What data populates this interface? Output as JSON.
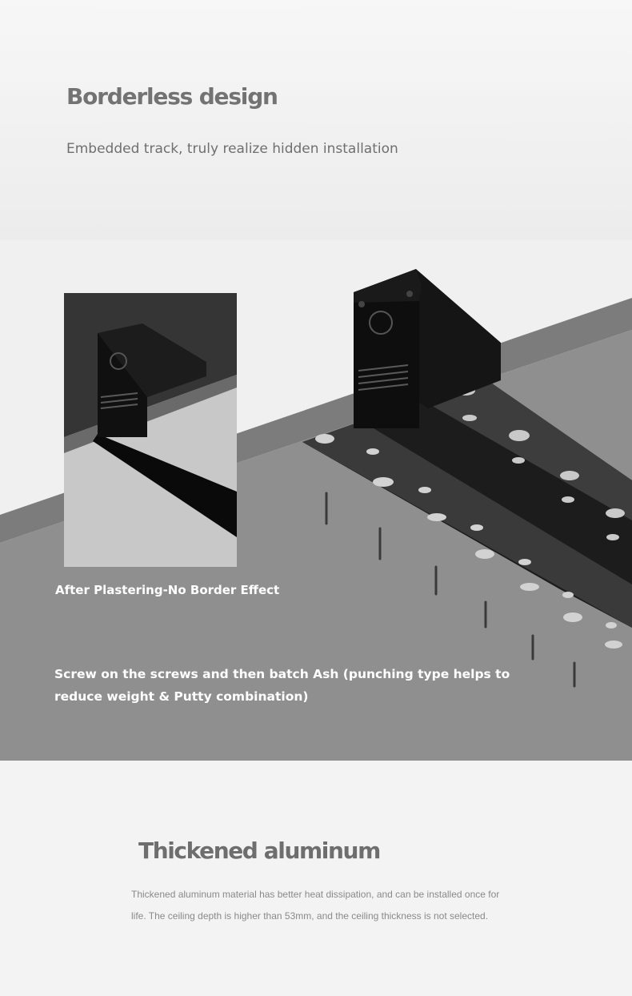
{
  "section1": {
    "title": "Borderless design",
    "subtitle": "Embedded track, truly realize hidden installation"
  },
  "scene": {
    "inset_caption": "After Plastering-No Border Effect",
    "main_caption": "Screw on the screws and then batch Ash (punching type helps to reduce weight & Putty combination)"
  },
  "section2": {
    "title": "Thickened aluminum",
    "body": "Thickened aluminum material has better heat dissipation, and can be installed once for life. The ceiling depth is higher than 53mm, and the ceiling thickness is not selected."
  }
}
